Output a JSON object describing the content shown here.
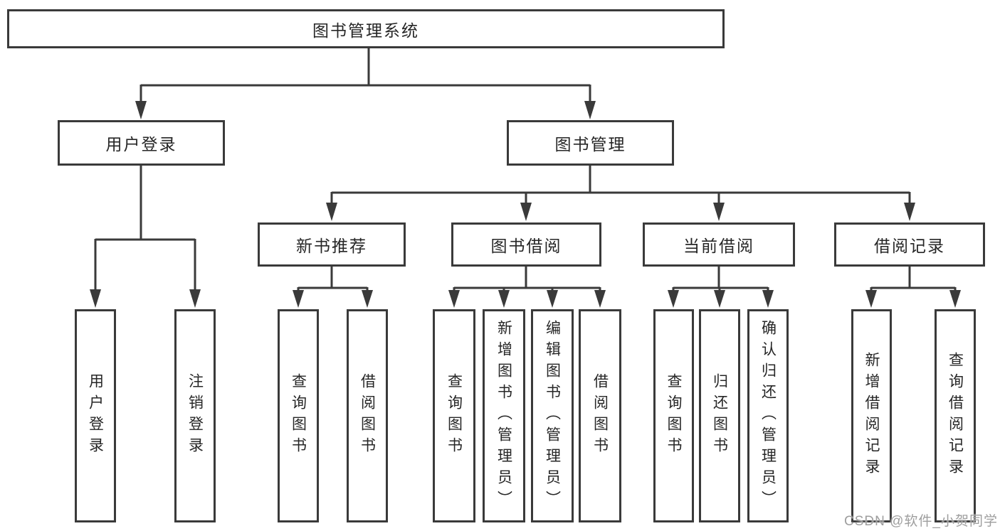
{
  "colors": {
    "line": "#3a3a3a",
    "text": "#262626",
    "background": "#ffffff",
    "watermark": "#9e9e9e"
  },
  "watermark": "CSDN @软件_小贺同学",
  "tree": {
    "label": "图书管理系统",
    "children": [
      {
        "label": "用户登录",
        "children": [
          {
            "label": "用户登录"
          },
          {
            "label": "注销登录"
          }
        ]
      },
      {
        "label": "图书管理",
        "children": [
          {
            "label": "新书推荐",
            "children": [
              {
                "label": "查询图书"
              },
              {
                "label": "借阅图书"
              }
            ]
          },
          {
            "label": "图书借阅",
            "children": [
              {
                "label": "查询图书"
              },
              {
                "label": "新增图书（管理员）"
              },
              {
                "label": "编辑图书（管理员）"
              },
              {
                "label": "借阅图书"
              }
            ]
          },
          {
            "label": "当前借阅",
            "children": [
              {
                "label": "查询图书"
              },
              {
                "label": "归还图书"
              },
              {
                "label": "确认归还（管理员）"
              }
            ]
          },
          {
            "label": "借阅记录",
            "children": [
              {
                "label": "新增借阅记录"
              },
              {
                "label": "查询借阅记录"
              }
            ]
          }
        ]
      }
    ]
  }
}
